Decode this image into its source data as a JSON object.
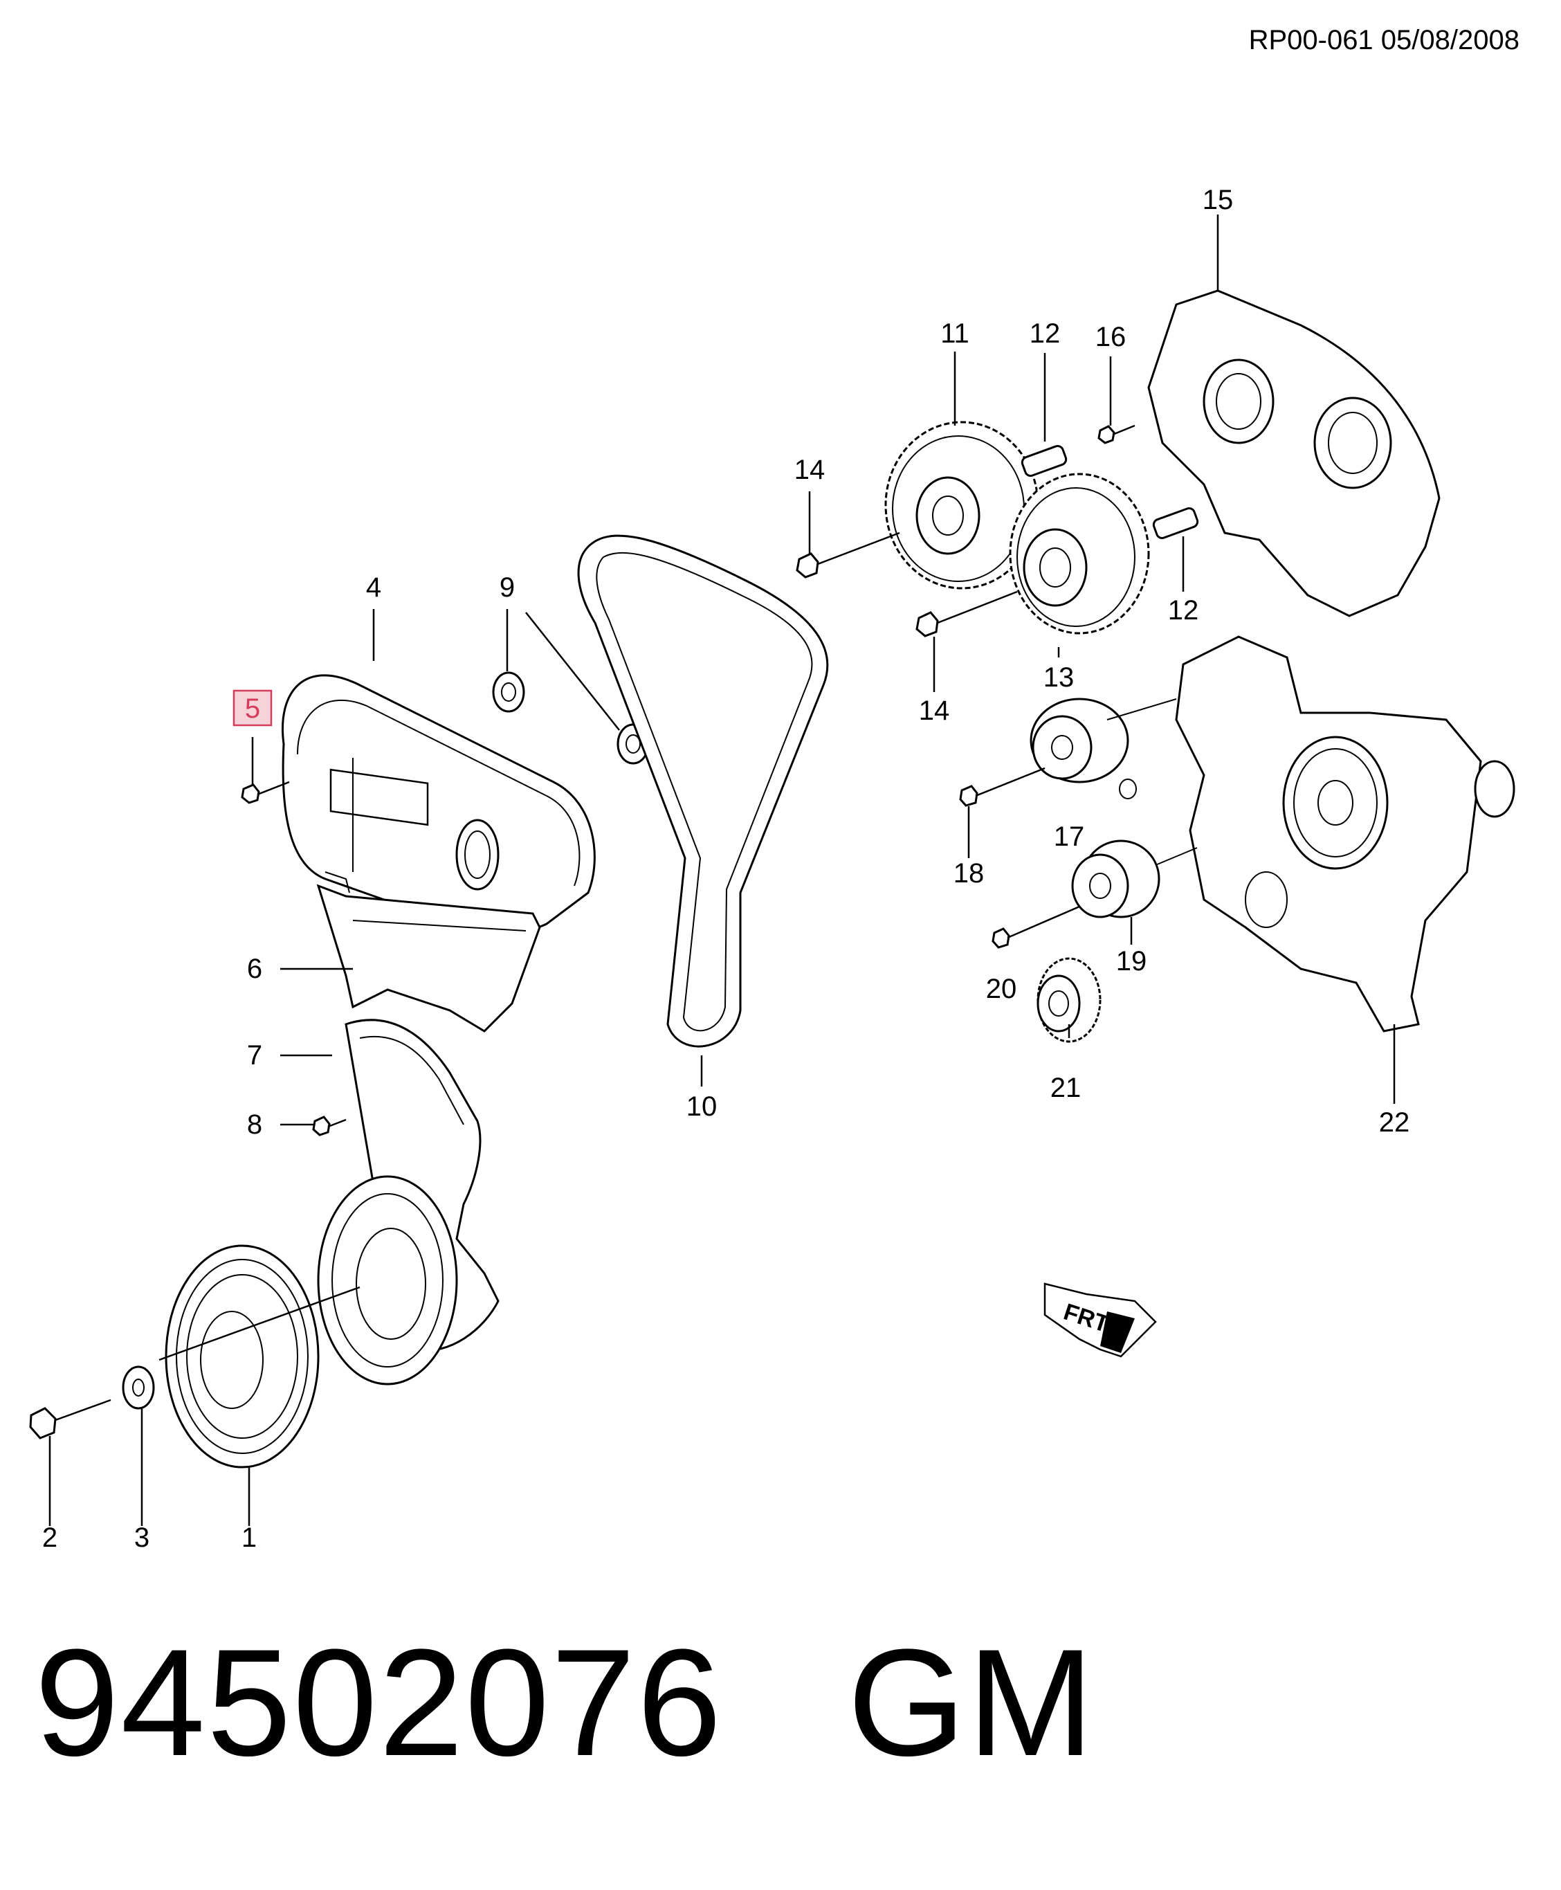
{
  "header": {
    "doc_ref": "RP00-061 05/08/2008"
  },
  "footer": {
    "part_number": "94502076",
    "brand": "GM"
  },
  "diagram": {
    "highlighted_callout": "5",
    "callouts": [
      {
        "id": "c1",
        "label": "1"
      },
      {
        "id": "c2",
        "label": "2"
      },
      {
        "id": "c3",
        "label": "3"
      },
      {
        "id": "c4",
        "label": "4"
      },
      {
        "id": "c5",
        "label": "5"
      },
      {
        "id": "c6",
        "label": "6"
      },
      {
        "id": "c7",
        "label": "7"
      },
      {
        "id": "c8",
        "label": "8"
      },
      {
        "id": "c9",
        "label": "9"
      },
      {
        "id": "c10",
        "label": "10"
      },
      {
        "id": "c11",
        "label": "11"
      },
      {
        "id": "c12a",
        "label": "12"
      },
      {
        "id": "c12b",
        "label": "12"
      },
      {
        "id": "c13",
        "label": "13"
      },
      {
        "id": "c14a",
        "label": "14"
      },
      {
        "id": "c14b",
        "label": "14"
      },
      {
        "id": "c15",
        "label": "15"
      },
      {
        "id": "c16",
        "label": "16"
      },
      {
        "id": "c17",
        "label": "17"
      },
      {
        "id": "c18",
        "label": "18"
      },
      {
        "id": "c19",
        "label": "19"
      },
      {
        "id": "c20",
        "label": "20"
      },
      {
        "id": "c21",
        "label": "21"
      },
      {
        "id": "c22",
        "label": "22"
      }
    ],
    "front_marker": "FRT"
  }
}
